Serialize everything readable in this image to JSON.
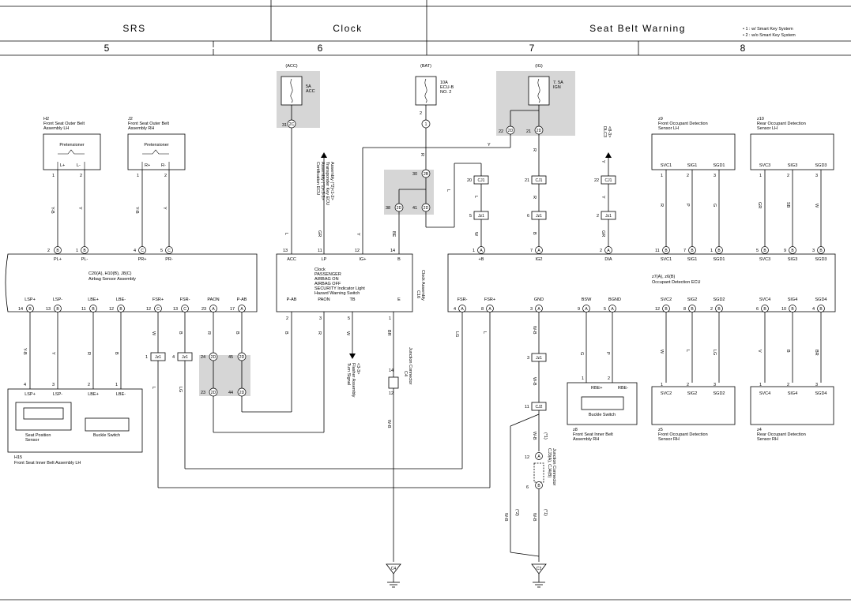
{
  "header": {
    "sections": [
      "SRS",
      "Clock",
      "Seat Belt Warning"
    ],
    "columns": [
      "5",
      "6",
      "7",
      "8"
    ],
    "notes": [
      "• 1 : w/ Smart Key System",
      "• 2 : w/o Smart Key System"
    ]
  },
  "fuses": {
    "acc": {
      "tag": "(ACC)",
      "amp": "5A",
      "name": "ACC",
      "conn": "2C",
      "pin": "31"
    },
    "bat": {
      "tag": "(BAT)",
      "amp": "10A",
      "name": "ECU-B",
      "name2": "NO. 2",
      "conn": "1",
      "pin": "2"
    },
    "ig": {
      "tag": "(IG)",
      "amp": "7. 5A",
      "name": "IGN",
      "conn": "2D",
      "pinL": "22",
      "pinR": "21"
    }
  },
  "components": {
    "h2": {
      "code": "H2",
      "name": "Front Seat Outer Belt",
      "name2": "Assembly LH",
      "inner": "Pretensioner",
      "p1": "L+",
      "p2": "L-"
    },
    "j2": {
      "code": "J2",
      "name": "Front Seat Outer Belt",
      "name2": "Assembly RH",
      "inner": "Pretensioner",
      "p1": "R+",
      "p2": "R-"
    },
    "c20": {
      "code": "C20(A), H10(B), J8(C)",
      "name": "Airbag Sensor Assembly",
      "top": [
        "PL+",
        "PL-",
        "PR+",
        "PR-"
      ],
      "bottom": [
        "LSP+",
        "LSP-",
        "LBE+",
        "LBE-",
        "FSR+",
        "FSR-",
        "PAON",
        "P-AB"
      ]
    },
    "clock": {
      "code": "C16",
      "name": "Clock Assembly",
      "lines": [
        "Clock",
        "PASSENGER",
        "AIRBAG ON",
        "AIRBAG OFF",
        "SECURITY Indicator Light",
        "Hazard Warning Switch"
      ],
      "top": [
        "ACC",
        "LP",
        "IG+",
        "B"
      ],
      "bottom": [
        "P-AB",
        "PAON",
        "TB",
        "E"
      ]
    },
    "z7": {
      "code": "z7(A), z6(B)",
      "name": "Occupant Detection ECU",
      "top": [
        "+B",
        "IG2",
        "DIA",
        "SVC1",
        "SIG1",
        "SGD1",
        "SVC3",
        "SIG3",
        "SGD3"
      ],
      "bottom": [
        "FSR-",
        "FSR+",
        "GND",
        "BSW",
        "BGND",
        "SVC2",
        "SIG2",
        "SGD2",
        "SVC4",
        "SIG4",
        "SGD4"
      ]
    },
    "z9": {
      "code": "z9",
      "name": "Front Occupant Detection",
      "name2": "Sensor LH",
      "pins": [
        "SVC1",
        "SIG1",
        "SGD1"
      ]
    },
    "z10": {
      "code": "z10",
      "name": "Rear Occupant Detection",
      "name2": "Sensor LH",
      "pins": [
        "SVC3",
        "SIG3",
        "SGD3"
      ]
    },
    "z5": {
      "code": "z5",
      "name": "Front Occupant Detection",
      "name2": "Sensor RH",
      "pins": [
        "SVC2",
        "SIG2",
        "SGD2"
      ]
    },
    "z4": {
      "code": "z4",
      "name": "Rear Occupant Detection",
      "name2": "Sensor RH",
      "pins": [
        "SVC4",
        "SIG4",
        "SGD4"
      ]
    },
    "z8": {
      "code": "z8",
      "name": "Front Seat Inner Belt",
      "name2": "Assembly RH",
      "inner": "Buckle Switch",
      "p1": "RBE+",
      "p2": "RBE-"
    },
    "h15": {
      "code": "H15",
      "name": "Front Seat Inner Belt Assembly LH",
      "pins": [
        "LSP+",
        "LSP-",
        "LBE+",
        "LBE-"
      ],
      "seat": "Seat Position",
      "seat2": "Sensor",
      "buckle": "Buckle Switch"
    },
    "c4": {
      "code": "C4",
      "name": "Junction Connector"
    },
    "cj3": {
      "code": "CJ3(A), CJ4(B)",
      "name": "Junction Connector"
    },
    "cert": {
      "text1": "Certification ECU",
      "text2": "Assembly (*1)<3-3>",
      "text3": "Transponder Key ECU",
      "text4": "Assembly (*2)<1-2>"
    },
    "turn": {
      "text1": "Turn Signal",
      "text2": "Flasher Assembly",
      "text3": "<3-3>"
    },
    "dlc3": {
      "text1": "DLC3",
      "text2": "<8-3>"
    },
    "grounds": [
      "C4",
      "C3"
    ]
  }
}
